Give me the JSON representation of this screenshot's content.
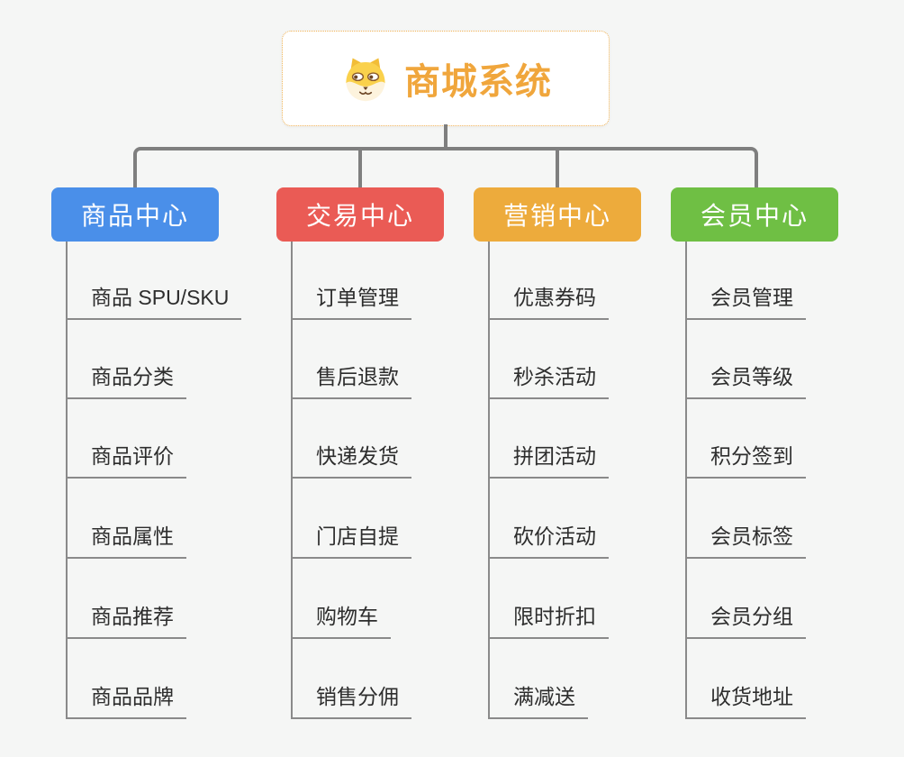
{
  "root": {
    "title": "商城系统",
    "icon": "doge-icon",
    "accent_color": "#f0a63c"
  },
  "connector_color": "#7f7f7f",
  "background_color": "#f5f6f5",
  "branches": [
    {
      "label": "商品中心",
      "color": "#4a8fe9",
      "items": [
        "商品 SPU/SKU",
        "商品分类",
        "商品评价",
        "商品属性",
        "商品推荐",
        "商品品牌"
      ]
    },
    {
      "label": "交易中心",
      "color": "#ea5b55",
      "items": [
        "订单管理",
        "售后退款",
        "快递发货",
        "门店自提",
        "购物车",
        "销售分佣"
      ]
    },
    {
      "label": "营销中心",
      "color": "#edab3c",
      "items": [
        "优惠券码",
        "秒杀活动",
        "拼团活动",
        "砍价活动",
        "限时折扣",
        "满减送"
      ]
    },
    {
      "label": "会员中心",
      "color": "#6fbf44",
      "items": [
        "会员管理",
        "会员等级",
        "积分签到",
        "会员标签",
        "会员分组",
        "收货地址"
      ]
    }
  ]
}
